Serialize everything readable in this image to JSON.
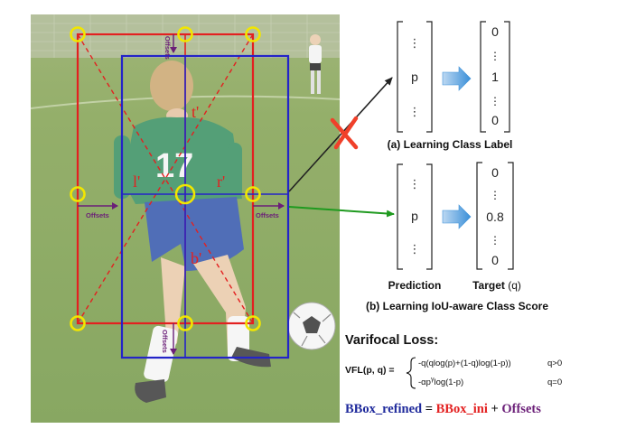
{
  "photo": {
    "letters": {
      "t": "t'",
      "l": "l'",
      "r": "r'",
      "b": "b'"
    },
    "offsets_label": "Offsets",
    "jersey_number": "17"
  },
  "panel_a": {
    "pred_vector": [
      "⋮",
      "p",
      "⋮"
    ],
    "target_vector": [
      "0",
      "⋮",
      "1",
      "⋮",
      "0"
    ],
    "caption": "(a) Learning Class Label"
  },
  "panel_b": {
    "pred_vector": [
      "⋮",
      "p",
      "⋮"
    ],
    "target_vector": [
      "0",
      "⋮",
      "0.8",
      "⋮",
      "0"
    ],
    "prediction_label": "Prediction",
    "target_label": "Target",
    "target_suffix": " (q)",
    "caption": "(b) Learning IoU-aware Class Score"
  },
  "loss": {
    "title": "Varifocal Loss:",
    "lhs": "VFL(p, q) =",
    "case1_expr": "-q(qlog(p)+(1-q)log(1-p))",
    "case1_cond": "q>0",
    "case2_expr": "-αp",
    "case2_sup": "γ",
    "case2_tail": "log(1-p)",
    "case2_cond": "q=0"
  },
  "bbox_eq": {
    "refined": "BBox_refined",
    "eq": " = ",
    "ini": "BBox_ini",
    "plus": " + ",
    "offsets": "Offsets"
  },
  "colors": {
    "red_box": "#e32020",
    "blue_box": "#2424c8",
    "yellow": "#f2e600",
    "offsets_purple": "#6b1f78",
    "arrow_blue": "#3a8fd8",
    "green_arrow": "#1f9a1f",
    "navy_text": "#1f2a9c"
  }
}
